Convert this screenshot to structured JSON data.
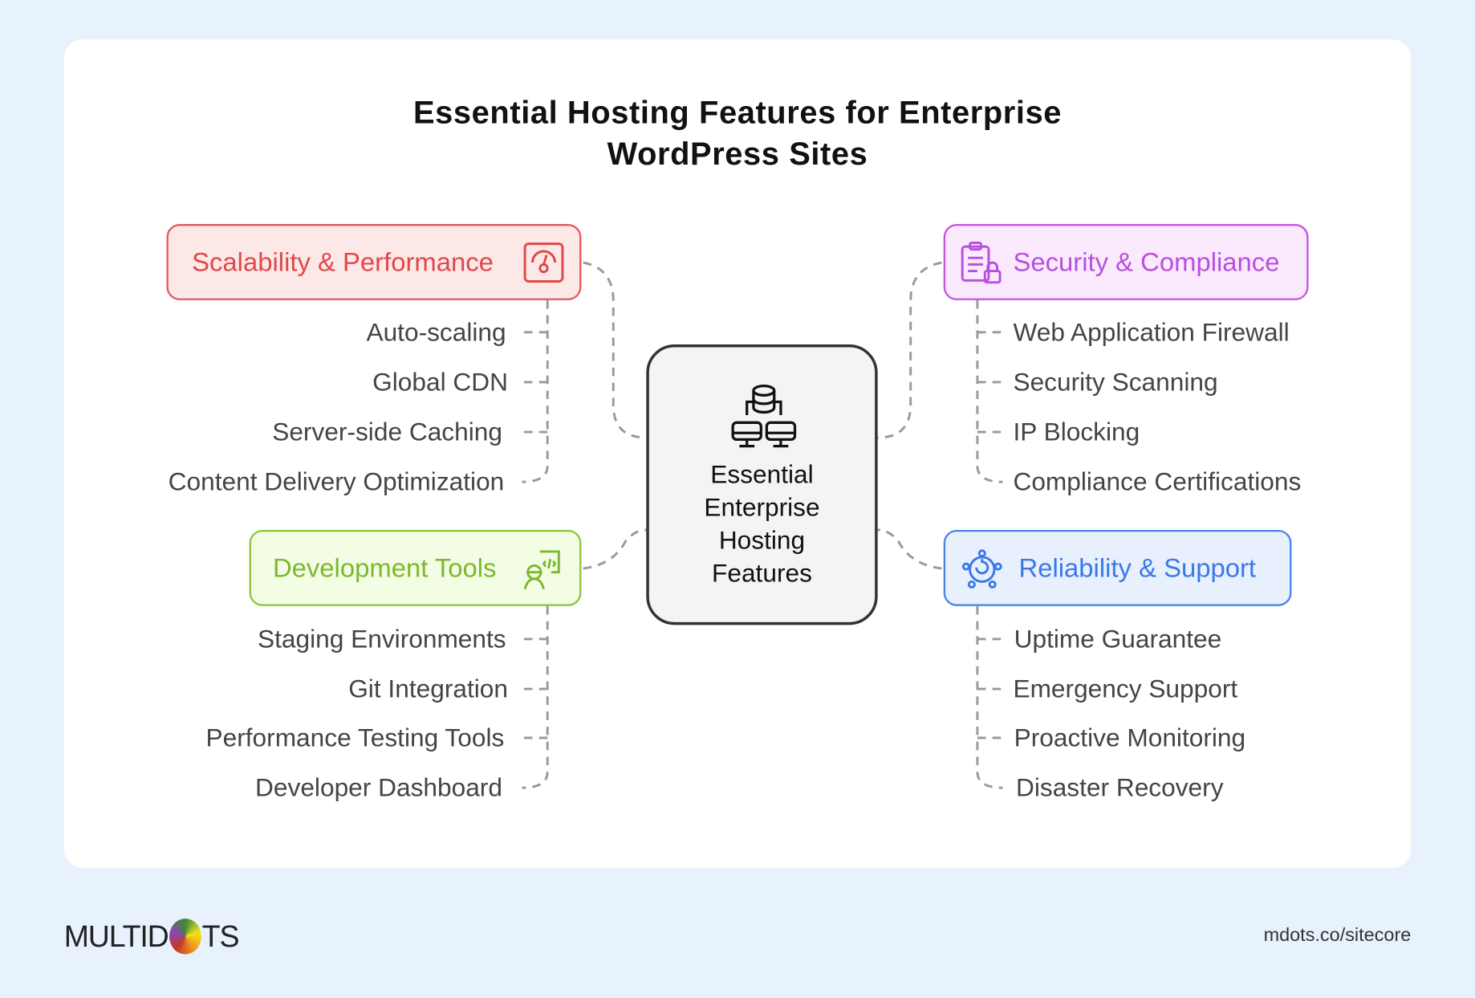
{
  "title_lines": [
    "Essential Hosting Features for Enterprise",
    "WordPress Sites"
  ],
  "center": {
    "lines": [
      "Essential",
      "Enterprise",
      "Hosting",
      "Features"
    ],
    "icon": "server-network-icon"
  },
  "branches": [
    {
      "label": "Scalability & Performance",
      "icon": "speedometer-icon",
      "color": "#e04848",
      "items": [
        "Auto-scaling",
        "Global CDN",
        "Server-side Caching",
        "Content Delivery Optimization"
      ]
    },
    {
      "label": "Development Tools",
      "icon": "developer-code-icon",
      "color": "#7cb82f",
      "items": [
        "Staging Environments",
        "Git Integration",
        "Performance Testing Tools",
        "Developer Dashboard"
      ]
    },
    {
      "label": "Security & Compliance",
      "icon": "clipboard-lock-icon",
      "color": "#b84fe0",
      "items": [
        "Web Application Firewall",
        "Security Scanning",
        "IP Blocking",
        "Compliance Certifications"
      ]
    },
    {
      "label": "Reliability & Support",
      "icon": "support-network-icon",
      "color": "#3b78e7",
      "items": [
        "Uptime Guarantee",
        "Emergency Support",
        "Proactive Monitoring",
        "Disaster Recovery"
      ]
    }
  ],
  "footer": {
    "logo": "MULTIDOTS",
    "logo_left": "MULTID",
    "logo_right": "TS",
    "url": "mdots.co/sitecore"
  }
}
